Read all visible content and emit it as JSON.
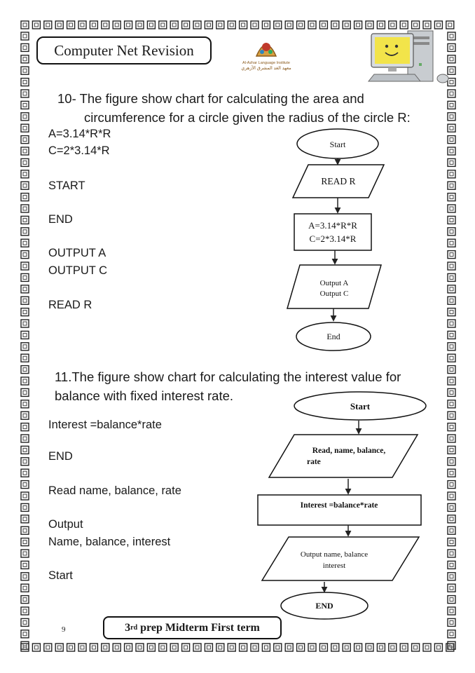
{
  "header": {
    "title": "Computer Net Revision",
    "logo": {
      "name_en": "Al-Azhar Language Institute",
      "name_ar": "معهد الغد المشرق الأزهري"
    }
  },
  "questions": [
    {
      "number": "10-",
      "line1": "The figure show chart for calculating the area and",
      "line2": "circumference for a circle given the radius of the circle R:",
      "formula_a": "A=3.14*R*R",
      "formula_c": "C=2*3.14*R",
      "items": [
        "START",
        "END",
        "OUTPUT A",
        "OUTPUT C",
        "READ R"
      ],
      "flowchart": {
        "start": "Start",
        "read": "READ R",
        "process_1": "A=3.14*R*R",
        "process_2": "C=2*3.14*R",
        "output_1": "Output A",
        "output_2": "Output C",
        "end": "End"
      }
    },
    {
      "number": "11.",
      "line1": "The figure show chart for calculating the interest value for",
      "line2": "balance with fixed interest rate.",
      "items": [
        "Interest =balance*rate",
        "END",
        "Read name, balance, rate",
        "Output",
        "Name, balance, interest",
        "Start"
      ],
      "flowchart": {
        "start": "Start",
        "read_1": "Read, name, balance,",
        "read_2": "rate",
        "process": "Interest =balance*rate",
        "output_1": "Output name, balance",
        "output_2": "interest",
        "end": "END"
      }
    }
  ],
  "footer": {
    "page_number": "9",
    "grade": "3",
    "grade_suffix": "rd",
    "label": "prep Midterm First term"
  }
}
